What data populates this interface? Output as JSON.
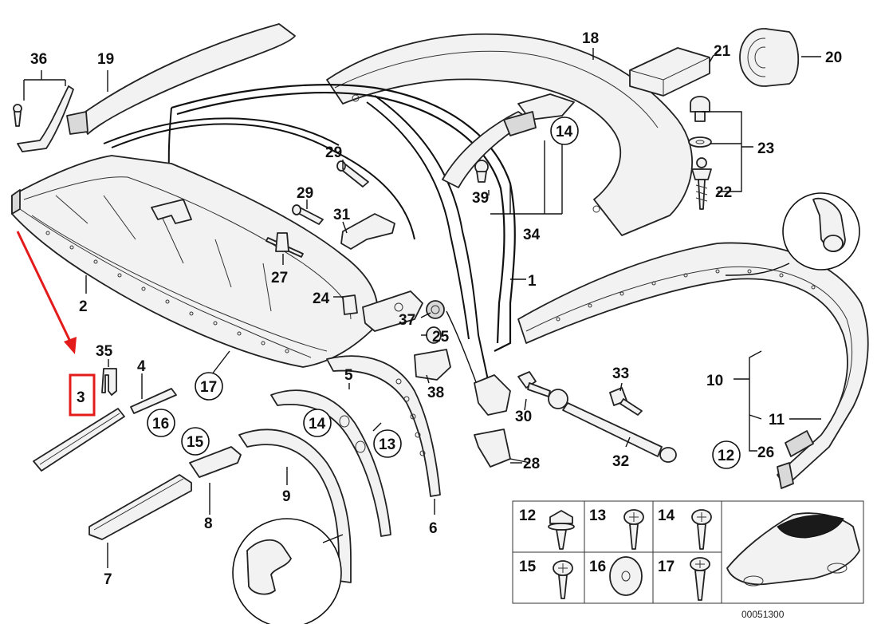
{
  "labels": {
    "p1": "1",
    "p2": "2",
    "p3": "3",
    "p4": "4",
    "p5": "5",
    "p6": "6",
    "p7": "7",
    "p8": "8",
    "p9": "9",
    "p10": "10",
    "p11": "11",
    "p12": "12",
    "p13": "13",
    "p14": "14",
    "p15": "15",
    "p16": "16",
    "p17": "17",
    "p18": "18",
    "p19": "19",
    "p20": "20",
    "p21": "21",
    "p22": "22",
    "p23": "23",
    "p24": "24",
    "p25": "25",
    "p26": "26",
    "p27": "27",
    "p28": "28",
    "p29": "29",
    "p30": "30",
    "p31": "31",
    "p32": "32",
    "p33": "33",
    "p34": "34",
    "p35": "35",
    "p36": "36",
    "p37": "37",
    "p38": "38",
    "p39": "39"
  },
  "legend": {
    "items": [
      "12",
      "13",
      "14",
      "15",
      "16",
      "17"
    ]
  },
  "catalog_number": "00051300",
  "colors": {
    "highlight": "#e31b1b",
    "line": "#111111"
  }
}
